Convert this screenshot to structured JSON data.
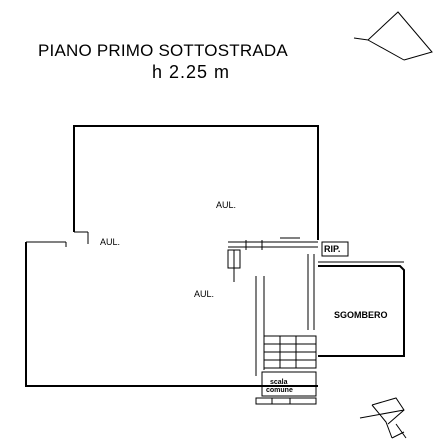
{
  "title": "PIANO PRIMO SOTTOSTRADA",
  "height": "h 2.25 m",
  "rooms": {
    "aul_top": "AUL.",
    "aul_left": "AUL.",
    "aul_center": "AUL.",
    "sgombero": "SGOMBERO",
    "ripostiglio": "RIP.",
    "scala": "scala",
    "comune": "comune"
  }
}
